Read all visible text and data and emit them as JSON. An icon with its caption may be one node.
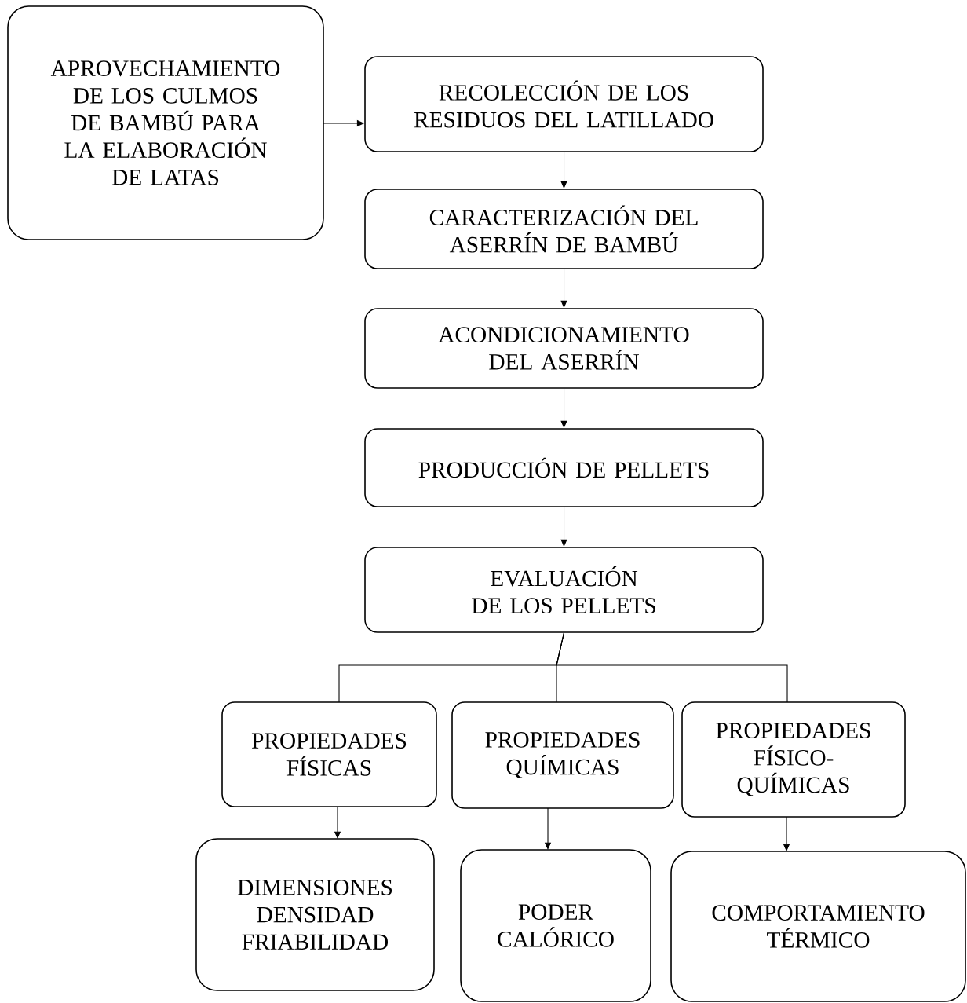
{
  "diagram": {
    "nodes": [
      {
        "text": [
          "APROVECHAMIENTO DE LOS CULMOS DE BAMBÚ PARA LA ELABORACIÓN DE LATAS"
        ]
      },
      {
        "text": [
          "RECOLECCIÓN DE LOS RESIDUOS DEL LATILLADO"
        ]
      },
      {
        "text": [
          "CARACTERIZACIÓN DEL ASERRÍN DE BAMBÚ"
        ]
      },
      {
        "text": [
          "ACONDICIONAMIENTO DEL ASERRÍN"
        ]
      },
      {
        "text": [
          "PRODUCCIÓN DE PELLETS"
        ]
      },
      {
        "text": [
          "EVALUACIÓN DE LOS PELLETS"
        ]
      },
      {
        "text": [
          "PROPIEDADES FÍSICAS"
        ]
      },
      {
        "text": [
          "PROPIEDADES QUÍMICAS"
        ]
      },
      {
        "text": [
          "PROPIEDADES FÍSICO-QUÍMICAS"
        ]
      },
      {
        "text": [
          "DIMENSIONES DENSIDAD FRIABILIDAD"
        ]
      },
      {
        "text": [
          "PODER CALÓRICO"
        ]
      },
      {
        "text": [
          "COMPORTAMIENTO TÉRMICO"
        ]
      }
    ],
    "edges": [
      {
        "from": 0,
        "to": 1,
        "arrow": "to"
      },
      {
        "from": 1,
        "to": 2,
        "arrow": "to"
      },
      {
        "from": 2,
        "to": 3,
        "arrow": "to"
      },
      {
        "from": 3,
        "to": 4,
        "arrow": "to"
      },
      {
        "from": 4,
        "to": 5,
        "arrow": "to"
      },
      {
        "from": 5,
        "to": 6,
        "arrow": "none"
      },
      {
        "from": 5,
        "to": 7,
        "arrow": "none"
      },
      {
        "from": 5,
        "to": 8,
        "arrow": "none"
      },
      {
        "from": 6,
        "to": 9,
        "arrow": "to"
      },
      {
        "from": 7,
        "to": 10,
        "arrow": "to"
      },
      {
        "from": 8,
        "to": 11,
        "arrow": "to"
      }
    ]
  }
}
